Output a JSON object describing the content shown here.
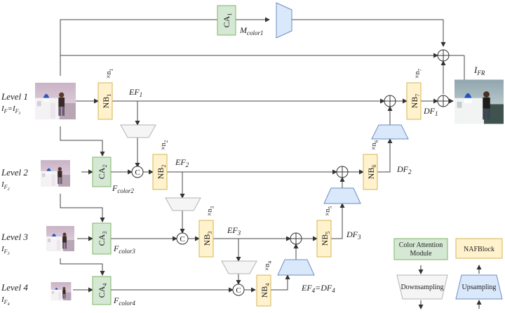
{
  "levels": [
    {
      "name": "Level 1",
      "sub": "I_F=I_F1"
    },
    {
      "name": "Level 2",
      "sub": "I_F2"
    },
    {
      "name": "Level 3",
      "sub": "I_F3"
    },
    {
      "name": "Level 4",
      "sub": "I_F4"
    }
  ],
  "blocks": {
    "ca1": "CA1",
    "ca2": "CA2",
    "ca3": "CA3",
    "ca4": "CA4",
    "nb1": "NB1",
    "nb2": "NB2",
    "nb3": "NB3",
    "nb4": "NB4",
    "nb5": "NB5",
    "nb6": "NB6",
    "nb7": "NB7"
  },
  "repeats": {
    "n1": "×n1",
    "n2": "×n2",
    "n3": "×n3",
    "n4": "×n4",
    "n5": "×n5",
    "n6": "×n6",
    "n7": "×n7"
  },
  "features": {
    "m_color1": "Mcolor1",
    "f_color2": "Fcolor2",
    "f_color3": "Fcolor3",
    "f_color4": "Fcolor4",
    "ef1": "EF1",
    "ef2": "EF2",
    "ef3": "EF3",
    "ef4_df4": "EF4=DF4",
    "df1": "DF1",
    "df2": "DF2",
    "df3": "DF3",
    "output": "IFR"
  },
  "operators": {
    "concat": "C"
  },
  "legend": {
    "color_attention": "Color Attention Module",
    "nafblock": "NAFBlock",
    "downsampling": "Downsampling",
    "upsampling": "Upsampling"
  },
  "colors": {
    "ca_fill": "#d5e8d4",
    "ca_stroke": "#82b366",
    "nb_fill": "#fff2cc",
    "nb_stroke": "#d6b656",
    "down_fill": "#f5f5f5",
    "down_stroke": "#b3b3b3",
    "up_fill": "#dae8fc",
    "up_stroke": "#6c8ebf"
  }
}
